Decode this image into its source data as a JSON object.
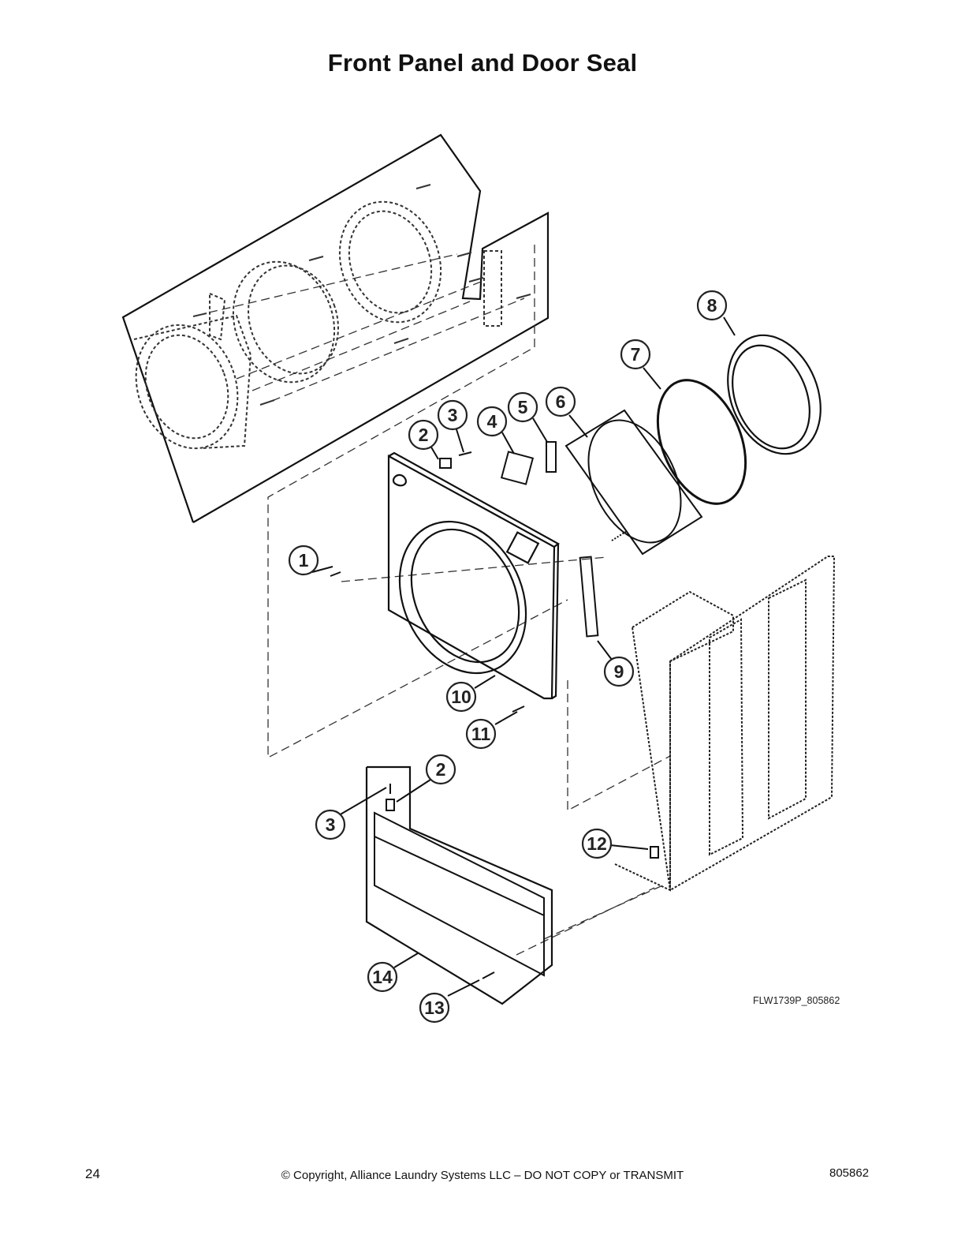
{
  "title": "Front Panel and Door Seal",
  "callouts": [
    "1",
    "2",
    "3",
    "4",
    "5",
    "6",
    "7",
    "8",
    "9",
    "10",
    "11",
    "12",
    "13",
    "14",
    "2",
    "3"
  ],
  "figure_code": "FLW1739P_805862",
  "footer": {
    "page_number": "24",
    "copyright": "© Copyright, Alliance Laundry Systems LLC – DO NOT COPY or TRANSMIT",
    "doc_number": "805862"
  }
}
